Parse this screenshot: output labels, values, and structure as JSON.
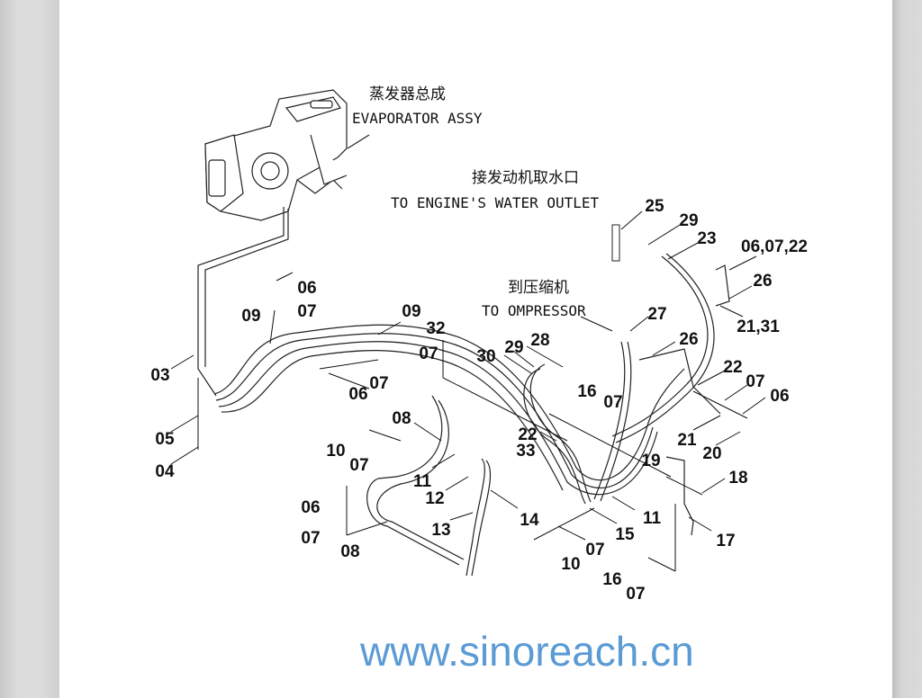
{
  "captions": {
    "evaporator_cn": "蒸发器总成",
    "evaporator_en": "EVAPORATOR ASSY",
    "engine_cn": "接发动机取水口",
    "engine_en": "TO ENGINE'S WATER OUTLET",
    "compressor_cn": "到压缩机",
    "compressor_en": "TO OMPRESSOR"
  },
  "watermark": "www.sinoreach.cn",
  "labels": [
    "03",
    "05",
    "04",
    "09",
    "06",
    "07",
    "09",
    "32",
    "07",
    "30",
    "29",
    "28",
    "07",
    "06",
    "08",
    "10",
    "07",
    "11",
    "12",
    "06",
    "07",
    "08",
    "13",
    "14",
    "22",
    "33",
    "16",
    "07",
    "19",
    "11",
    "15",
    "07",
    "10",
    "16",
    "07",
    "17",
    "18",
    "21",
    "20",
    "22",
    "07",
    "06",
    "26",
    "27",
    "25",
    "29",
    "23",
    "06,07,22",
    "26",
    "21,31"
  ],
  "colors": {
    "watermark": "#5b9bd5",
    "page": "#ffffff",
    "gutter": "#d6d6d6"
  }
}
